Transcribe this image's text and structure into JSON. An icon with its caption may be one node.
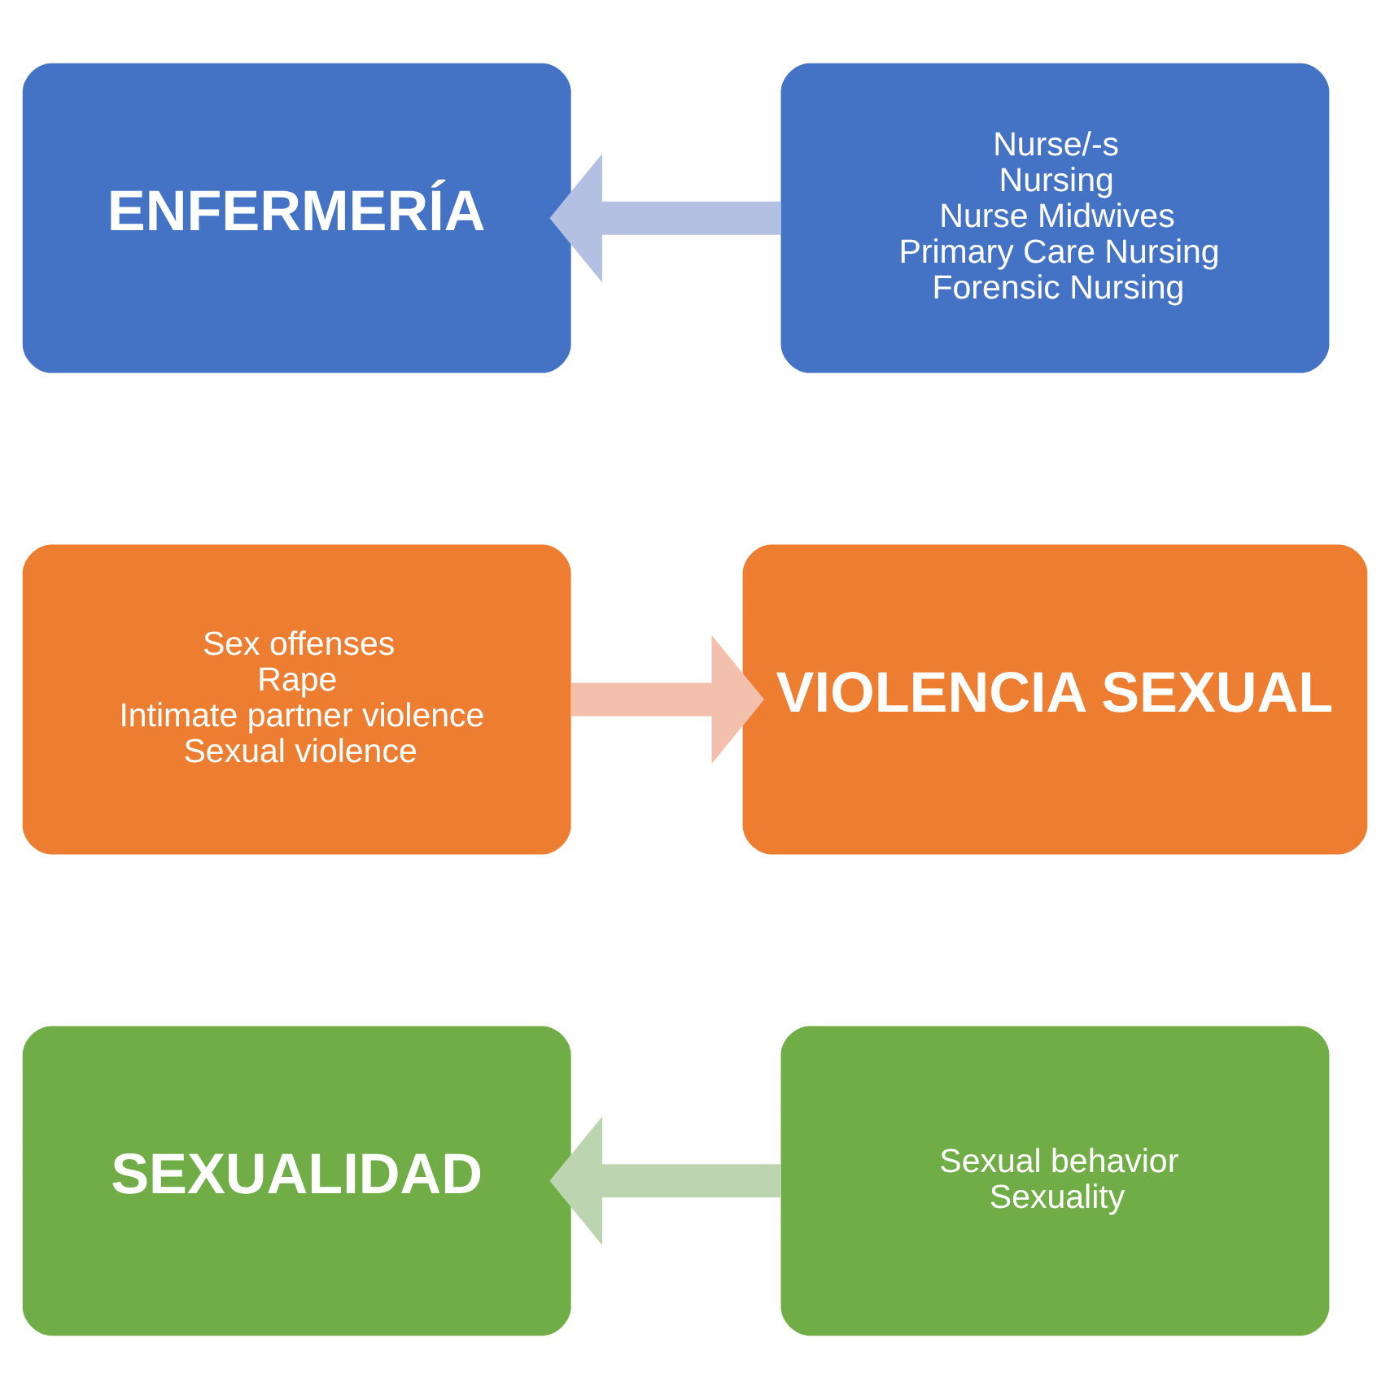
{
  "diagram": {
    "nodes": [
      {
        "text": [
          "ENFERMERÍA"
        ]
      },
      {
        "text": [
          "Nurse/-s",
          "Nursing",
          "Nurse Midwives",
          "Primary Care Nursing",
          "Forensic Nursing"
        ]
      },
      {
        "text": [
          "Sex offenses",
          "Rape",
          "Intimate partner violence",
          "Sexual violence"
        ]
      },
      {
        "text": [
          "VIOLENCIA SEXUAL"
        ]
      },
      {
        "text": [
          "SEXUALIDAD"
        ]
      },
      {
        "text": [
          "Sexual behavior",
          "Sexuality"
        ]
      }
    ],
    "edges": [
      {
        "from": 1,
        "to": 0,
        "arrow": "to",
        "color": "#b4c0e2"
      },
      {
        "from": 2,
        "to": 3,
        "arrow": "to",
        "color": "#f4c0ae"
      },
      {
        "from": 5,
        "to": 4,
        "arrow": "to",
        "color": "#bcd5b0"
      }
    ]
  }
}
